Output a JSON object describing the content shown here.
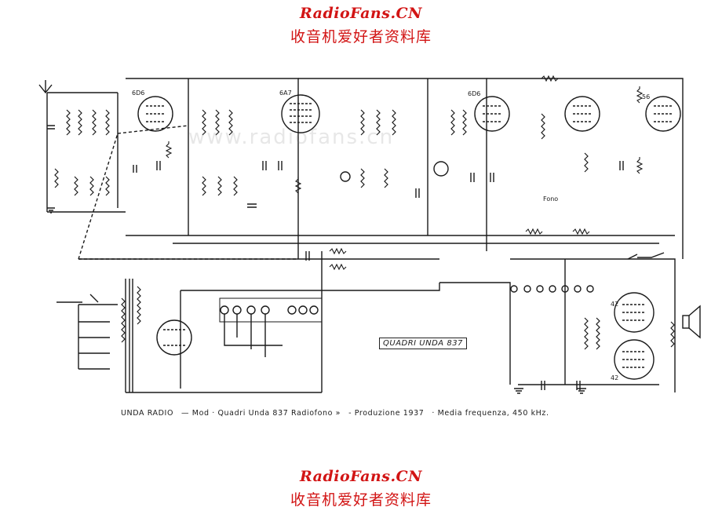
{
  "watermark": {
    "title": "RadioFans.CN",
    "subtitle": "收音机爱好者资料库",
    "faint": "www.radiofans.cn"
  },
  "schematic": {
    "box_label": "QUADRI UNDA 837",
    "caption": {
      "maker": "UNDA RADIO",
      "model": "— Mod · Quadri Unda 837 Radiofono »",
      "production": "- Produzione 1937",
      "if": "· Media frequenza, 450 kHz."
    },
    "tubes": {
      "t1": "6D6",
      "t2": "6A7",
      "t3": "6D6",
      "t4": "56",
      "t5": "42",
      "t6": "42"
    },
    "labels": {
      "fono": "Fono"
    }
  }
}
